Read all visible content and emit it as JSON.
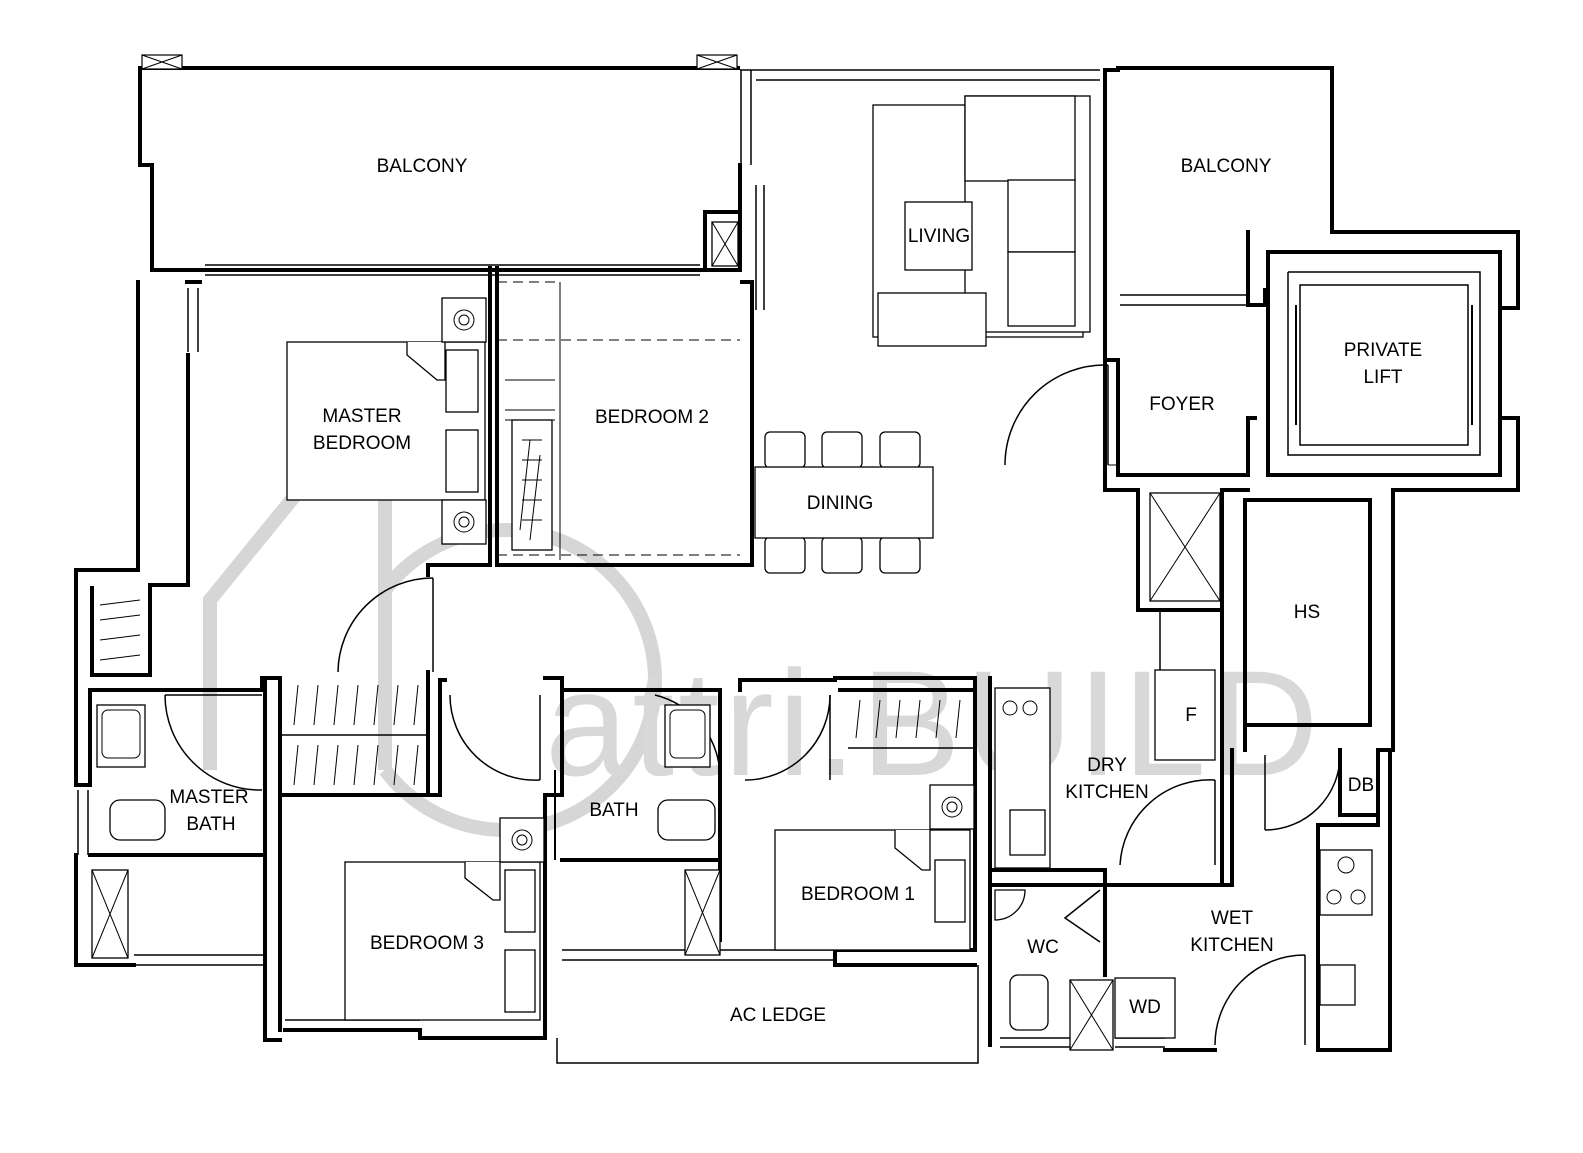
{
  "watermark": {
    "text": "attri.BUILD"
  },
  "rooms": {
    "balcony_left": "BALCONY",
    "balcony_right": "BALCONY",
    "living": "LIVING",
    "private_lift": [
      "PRIVATE",
      "LIFT"
    ],
    "foyer": "FOYER",
    "master_bedroom": [
      "MASTER",
      "BEDROOM"
    ],
    "bedroom_2": "BEDROOM 2",
    "dining": "DINING",
    "hs": "HS",
    "fridge": "F",
    "dry_kitchen": [
      "DRY",
      "KITCHEN"
    ],
    "db": "DB",
    "master_bath": [
      "MASTER",
      "BATH"
    ],
    "bath": "BATH",
    "bedroom_3": "BEDROOM 3",
    "bedroom_1": "BEDROOM 1",
    "wc": "WC",
    "wet_kitchen": [
      "WET",
      "KITCHEN"
    ],
    "wd": "WD",
    "ac_ledge": "AC LEDGE"
  }
}
